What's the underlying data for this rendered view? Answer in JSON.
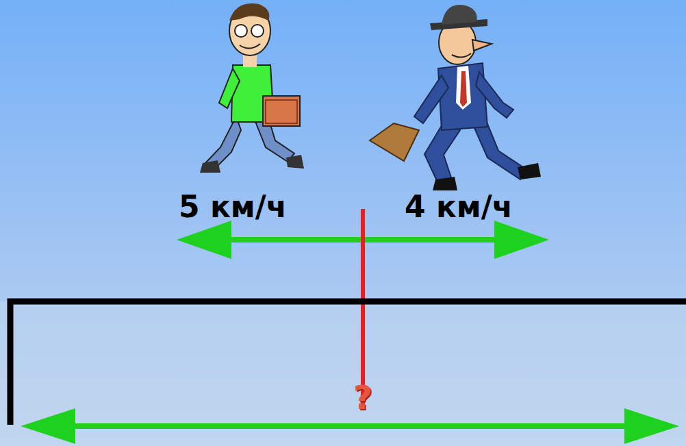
{
  "diagram": {
    "labels": [
      "5 км/ч",
      "4 км/ч",
      "?"
    ]
  }
}
